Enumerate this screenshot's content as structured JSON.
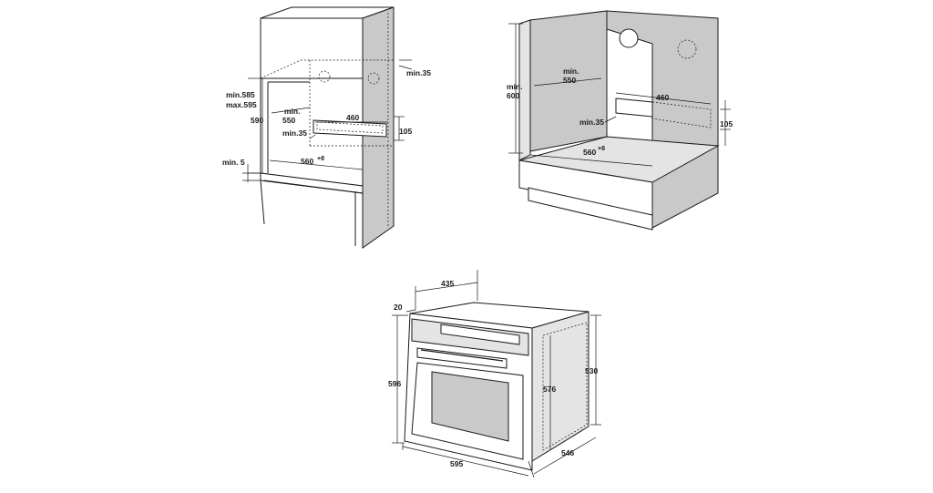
{
  "tall_cabinet": {
    "labels": {
      "min_35_top": "min.35",
      "min_585": "min.585",
      "max_595": "max.595",
      "h_590": "590",
      "min_550": "min.",
      "min_550_val": "550",
      "w_460": "460",
      "min_35_inner": "min.35",
      "h_105": "105",
      "min_5": "min. 5",
      "w_560": "560",
      "w_560_tol": "+8"
    }
  },
  "base_cabinet": {
    "labels": {
      "min_600": "min.",
      "min_600_val": "600",
      "min_550": "min.",
      "min_550_val": "550",
      "w_460": "460",
      "min_35": "min.35",
      "h_105": "105",
      "w_560": "560",
      "w_560_tol": "+8"
    }
  },
  "oven": {
    "labels": {
      "d_435": "435",
      "d_20": "20",
      "h_596": "596",
      "h_576": "576",
      "h_530": "530",
      "w_595": "595",
      "d_546": "546"
    }
  }
}
